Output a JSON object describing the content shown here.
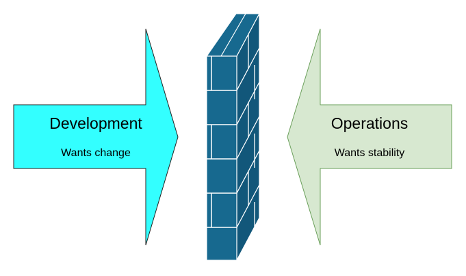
{
  "left_arrow": {
    "title": "Development",
    "subtitle": "Wants change"
  },
  "right_arrow": {
    "title": "Operations",
    "subtitle": "Wants stability"
  },
  "colors": {
    "left_fill": "#33ffff",
    "left_stroke": "#222222",
    "right_fill": "#d7e8d0",
    "right_stroke": "#6a9f5a",
    "wall_front": "#17698f",
    "wall_side": "#12577a",
    "wall_mortar": "#ffffff"
  }
}
